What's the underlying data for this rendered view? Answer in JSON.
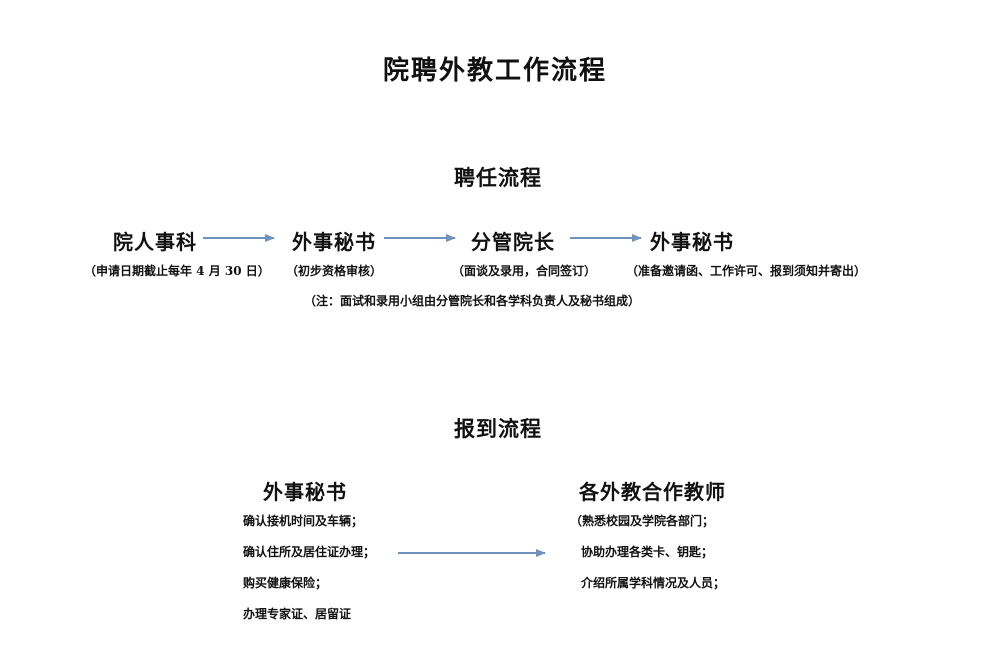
{
  "title": "院聘外教工作流程",
  "hiring": {
    "heading": "聘任流程",
    "steps": [
      {
        "label": "院人事科",
        "note": "（申请日期截止每年 4 月 30 日）"
      },
      {
        "label": "外事秘书",
        "note": "（初步资格审核）"
      },
      {
        "label": "分管院长",
        "note": "（面谈及录用，合同签订）"
      },
      {
        "label": "外事秘书",
        "note": "（准备邀请函、工作许可、报到须知并寄出）"
      }
    ],
    "remark": "（注：面试和录用小组由分管院长和各学科负责人及秘书组成）"
  },
  "arrival": {
    "heading": "报到流程",
    "left": {
      "label": "外事秘书",
      "items": [
        "确认接机时间及车辆；",
        "确认住所及居住证办理；",
        "购买健康保险；",
        "办理专家证、居留证"
      ]
    },
    "right": {
      "label": "各外教合作教师",
      "items": [
        "（熟悉校园及学院各部门；",
        "协助办理各类卡、钥匙；",
        "介绍所属学科情况及人员；"
      ]
    }
  },
  "colors": {
    "arrow": "#6f93be",
    "text": "#111111"
  }
}
